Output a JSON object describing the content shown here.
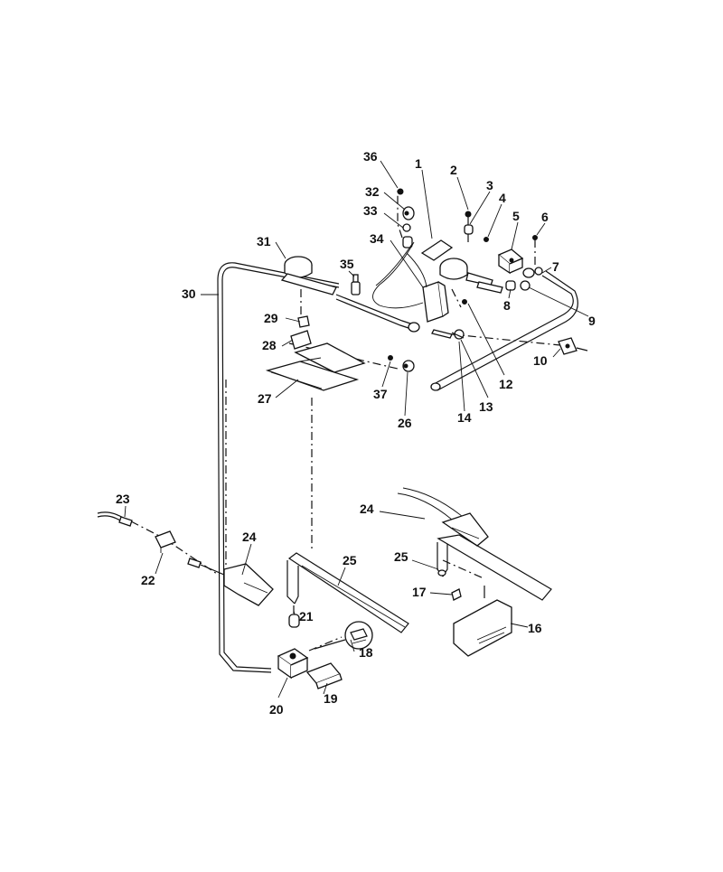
{
  "callouts": [
    {
      "id": "c1",
      "label": "1"
    },
    {
      "id": "c2",
      "label": "2"
    },
    {
      "id": "c3",
      "label": "3"
    },
    {
      "id": "c4",
      "label": "4"
    },
    {
      "id": "c5",
      "label": "5"
    },
    {
      "id": "c6",
      "label": "6"
    },
    {
      "id": "c7",
      "label": "7"
    },
    {
      "id": "c8",
      "label": "8"
    },
    {
      "id": "c9",
      "label": "9"
    },
    {
      "id": "c10",
      "label": "10"
    },
    {
      "id": "c12",
      "label": "12"
    },
    {
      "id": "c13",
      "label": "13"
    },
    {
      "id": "c14",
      "label": "14"
    },
    {
      "id": "c16",
      "label": "16"
    },
    {
      "id": "c17",
      "label": "17"
    },
    {
      "id": "c18",
      "label": "18"
    },
    {
      "id": "c19",
      "label": "19"
    },
    {
      "id": "c20",
      "label": "20"
    },
    {
      "id": "c21",
      "label": "21"
    },
    {
      "id": "c22",
      "label": "22"
    },
    {
      "id": "c23",
      "label": "23"
    },
    {
      "id": "c24a",
      "label": "24"
    },
    {
      "id": "c24b",
      "label": "24"
    },
    {
      "id": "c25a",
      "label": "25"
    },
    {
      "id": "c25b",
      "label": "25"
    },
    {
      "id": "c26",
      "label": "26"
    },
    {
      "id": "c27",
      "label": "27"
    },
    {
      "id": "c28",
      "label": "28"
    },
    {
      "id": "c29",
      "label": "29"
    },
    {
      "id": "c30",
      "label": "30"
    },
    {
      "id": "c31",
      "label": "31"
    },
    {
      "id": "c32",
      "label": "32"
    },
    {
      "id": "c33",
      "label": "33"
    },
    {
      "id": "c34",
      "label": "34"
    },
    {
      "id": "c35",
      "label": "35"
    },
    {
      "id": "c36",
      "label": "36"
    },
    {
      "id": "c37",
      "label": "37"
    }
  ],
  "colors": {
    "ink": "#111111",
    "paper": "#ffffff"
  }
}
